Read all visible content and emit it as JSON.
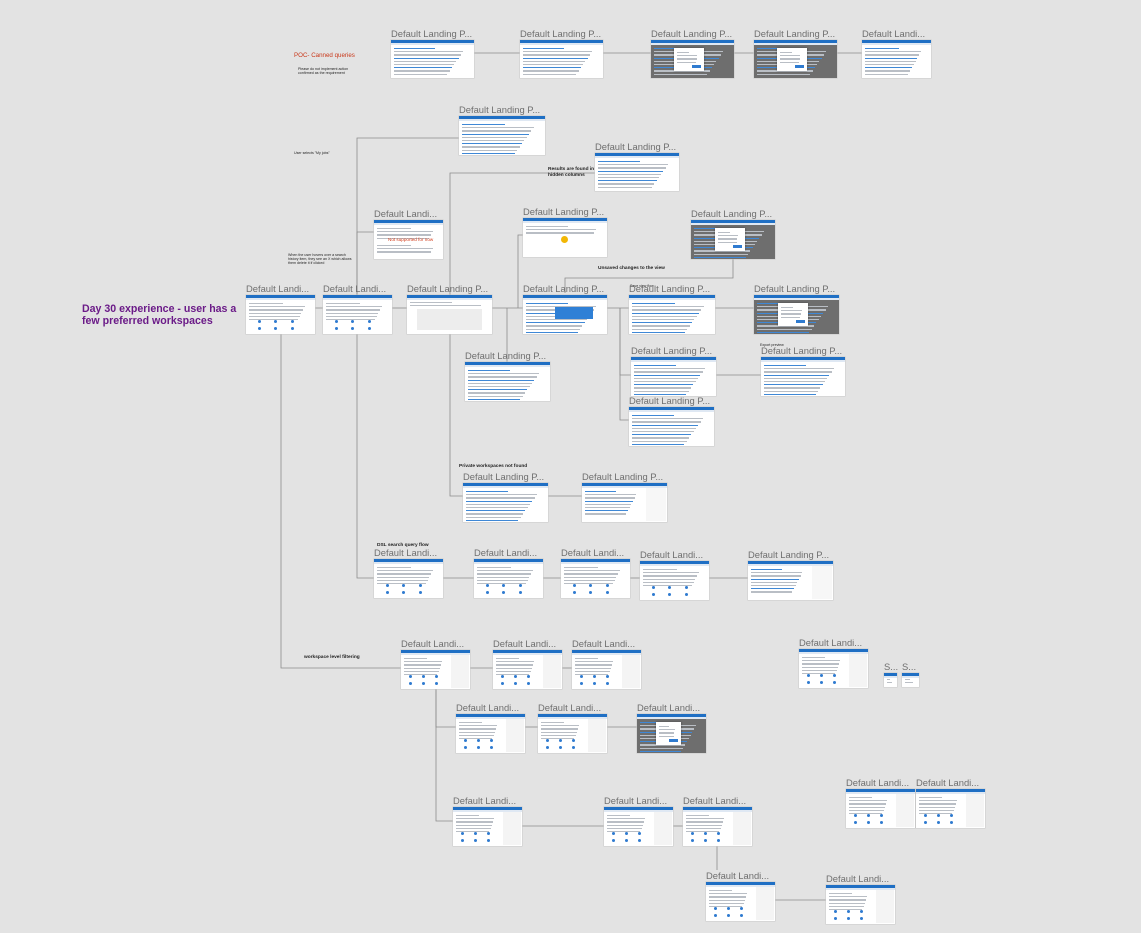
{
  "frame_title": "Default Landing P...",
  "frame_title_short": "Default Landi...",
  "frame_title_tiny": "S...",
  "headline": "Day 30 experience - user has a few preferred workspaces",
  "headline_line1": "Day 30 experience - user has a",
  "headline_line2": "few preferred workspaces",
  "notes": {
    "poc_title": "POC- Canned queries",
    "poc_body_1": "Please do not implement action",
    "poc_body_2": "confirmed as the requirement",
    "my_jobs": "User selects \"My jobs\"",
    "hidden_columns_1": "Results are found in",
    "hidden_columns_2": "hidden columns",
    "hover_1": "When the user hovers over a search",
    "hover_2": "history item, they see an X which allows",
    "hover_3": "them delete it if clicked",
    "unsaved_changes": "Unsaved changes to the view",
    "save_view_flow": "Save view flow",
    "export_preview": "Export preview",
    "private_not_found": "Private workspaces not found",
    "dsl_flow": "DSL search query flow",
    "workspace_filtering": "workspace level filtering",
    "not_supported": "Not supported for now"
  },
  "colors": {
    "canvas": "#e3e3e3",
    "title_gray": "#6f6f6f",
    "accent_blue": "#1f6fc4",
    "purple_headline": "#6b1b88",
    "poc_red": "#c9381a",
    "connector": "#8c8c8c"
  }
}
